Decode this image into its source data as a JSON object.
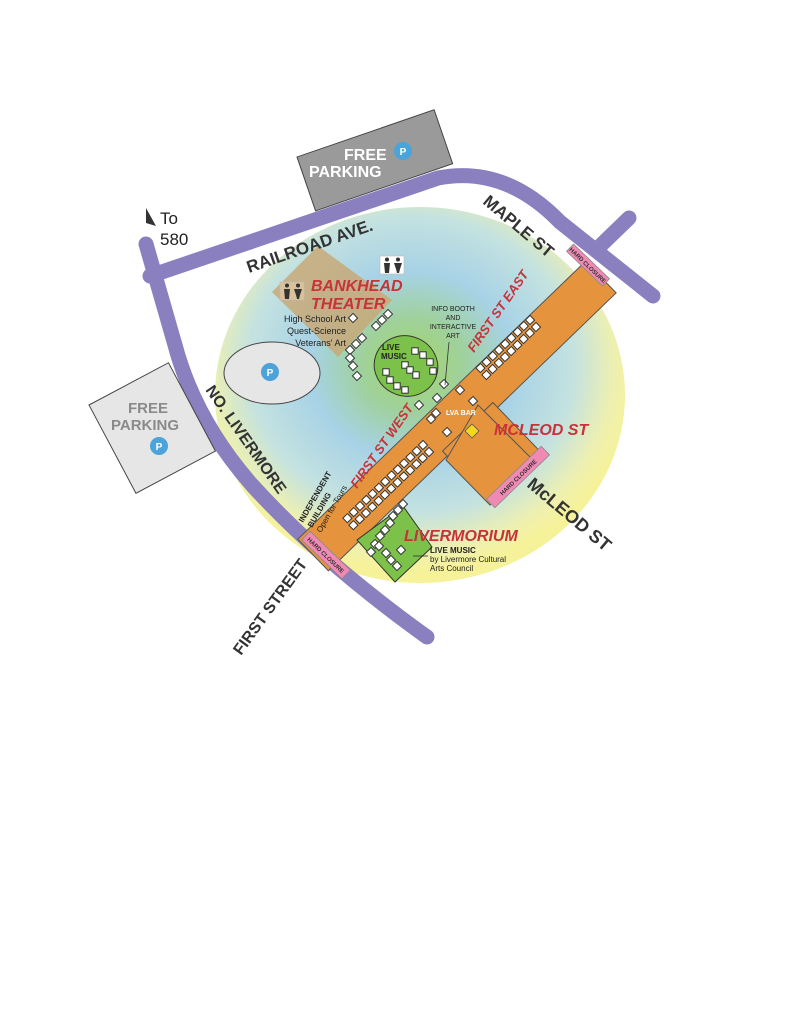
{
  "direction": {
    "label_to": "To",
    "label_route": "580"
  },
  "parking": {
    "top_lot": {
      "line1": "FREE",
      "line2": "PARKING",
      "symbol": "P"
    },
    "left_lot": {
      "line1": "FREE",
      "line2": "PARKING",
      "symbol": "P"
    },
    "oval_lot": {
      "symbol": "P"
    }
  },
  "streets": {
    "railroad": "RAILROAD AVE.",
    "maple": "MAPLE ST",
    "no_livermore": "NO. LIVERMORE",
    "first_street": "FIRST STREET",
    "mcleod_outer": "McLEOD ST"
  },
  "zones": {
    "first_st_east": "FIRST ST EAST",
    "first_st_west": "FIRST ST WEST",
    "mcleod_st": "MCLEOD ST"
  },
  "venues": {
    "bankhead": {
      "line1": "BANKHEAD",
      "line2": "THEATER",
      "notes": [
        "High School Art",
        "Quest-Science",
        "Veterans' Art"
      ]
    },
    "live_music_green": {
      "line1": "LIVE",
      "line2": "MUSIC"
    },
    "info_booth": {
      "lines": [
        "INFO BOOTH",
        "AND",
        "INTERACTIVE",
        "ART"
      ]
    },
    "lva_bar": "LVA BAR",
    "independent": {
      "line1": "INDEPENDENT",
      "line2": "BUILDING",
      "line3": "Open for Tours"
    },
    "livermorium": {
      "title": "LIVERMORIUM",
      "sub1": "LIVE MUSIC",
      "sub2": "by Livermore Cultural",
      "sub3": "Arts Council"
    }
  },
  "closures": {
    "maple": "HARD CLOSURE",
    "mcleod": "HARD CLOSURE",
    "first_west": "HARD CLOSURE"
  },
  "icons": [
    "north-arrow-icon",
    "restroom-icon",
    "parking-icon"
  ],
  "colors": {
    "road": "#8b80bf",
    "street_closure": "#e5943d",
    "closure_bar": "#f08ab4",
    "venue_red": "#c8323a",
    "green_zone": "#7cc24a",
    "parking_dark": "#9a9a9a",
    "parking_light": "#e6e6e6",
    "parking_badge": "#4ba3d9"
  }
}
